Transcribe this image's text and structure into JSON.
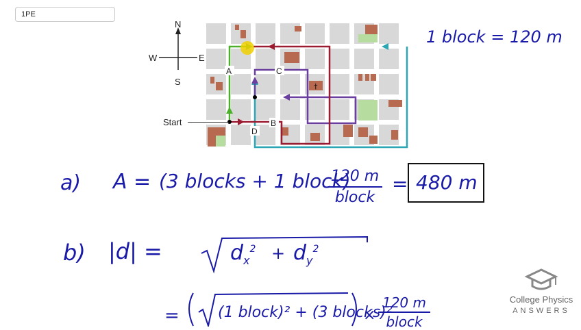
{
  "tag_label": "1PE",
  "compass": {
    "n": "N",
    "s": "S",
    "e": "E",
    "w": "W"
  },
  "map_labels": {
    "a": "A",
    "b": "B",
    "c": "C",
    "d": "D",
    "start": "Start"
  },
  "colors": {
    "green_path": "#4caf2a",
    "red_path": "#9b1b30",
    "purple_path": "#6b3fa0",
    "teal_path": "#2aa6b5",
    "block": "#d8d8d8",
    "building": "#b86a50",
    "park": "#b7dca0",
    "ink": "#1a1aa8"
  },
  "note": {
    "text": "1 block = 120 m"
  },
  "part_a": {
    "label": "a)",
    "lhs": "A =",
    "expr": "(3 blocks + 1 block)",
    "num": "120 m",
    "den": "block",
    "eq": "=",
    "result": "480 m"
  },
  "part_b": {
    "label": "b)",
    "lhs": "|d| =",
    "rad": "d",
    "sub_x": "x",
    "sub_y": "y",
    "sup": "2",
    "plus": "+"
  },
  "line3": {
    "eq": "=",
    "expr": "(1 block)² + (3 blocks)²",
    "times": "×",
    "num": "120 m",
    "den": "block"
  },
  "logo": {
    "line1": "College Physics",
    "line2": "ANSWERS"
  }
}
